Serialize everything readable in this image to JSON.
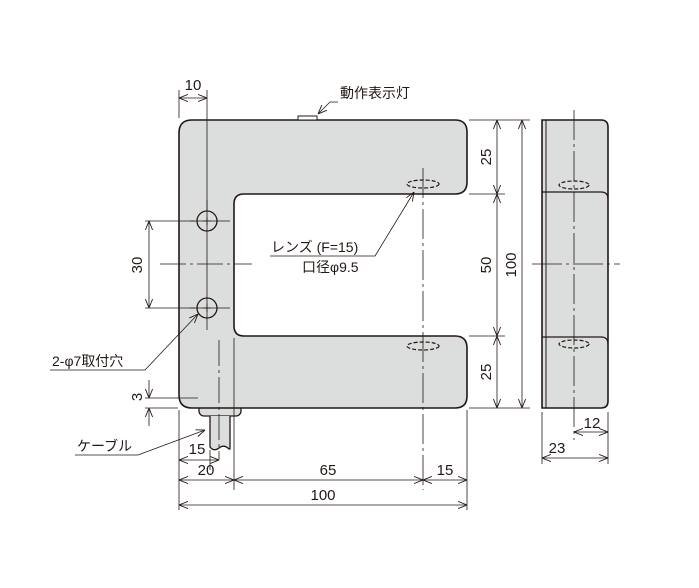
{
  "drawing": {
    "title": "U-shaped photoelectric sensor dimension drawing",
    "unit": "mm",
    "colors": {
      "body_fill": "#dcdddd",
      "line": "#231815",
      "background": "#ffffff"
    },
    "labels": {
      "indicator": "動作表示灯",
      "lens_line1": "レンズ (F=15)",
      "lens_line2": "口径φ9.5",
      "mount_holes": "2-φ7取付穴",
      "cable": "ケーブル"
    },
    "front_view": {
      "dims": {
        "top_hole_offset": "10",
        "hole_pitch": "30",
        "cable_offset": "3",
        "cable_width": "15",
        "cable_center": "20",
        "slot_depth": "65",
        "arm_width": "15",
        "total_width": "100",
        "arm_top": "25",
        "slot_height": "50",
        "arm_bottom": "25",
        "total_height": "100"
      }
    },
    "side_view": {
      "dims": {
        "lens_center": "12",
        "thickness": "23"
      }
    }
  }
}
